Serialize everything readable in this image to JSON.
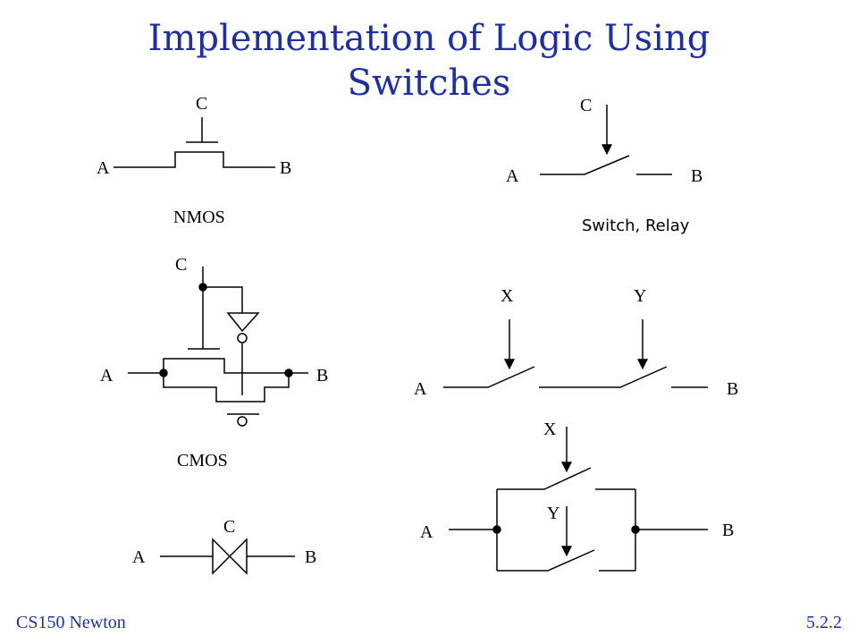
{
  "slide": {
    "title_line1": "Implementation of Logic Using",
    "title_line2": "Switches",
    "footer_left": "CS150 Newton",
    "footer_right": "5.2.2",
    "title_color": "#1f2fa0"
  },
  "nmos": {
    "label_a": "A",
    "label_b": "B",
    "label_c": "C",
    "caption": "NMOS"
  },
  "relay": {
    "label_a": "A",
    "label_b": "B",
    "label_c": "C",
    "caption": "Switch, Relay"
  },
  "cmos": {
    "label_a": "A",
    "label_b": "B",
    "label_c": "C",
    "caption": "CMOS"
  },
  "series": {
    "label_a": "A",
    "label_b": "B",
    "label_x": "X",
    "label_y": "Y"
  },
  "parallel": {
    "label_a": "A",
    "label_b": "B",
    "label_x": "X",
    "label_y": "Y"
  },
  "tgate": {
    "label_a": "A",
    "label_b": "B",
    "label_c": "C"
  }
}
